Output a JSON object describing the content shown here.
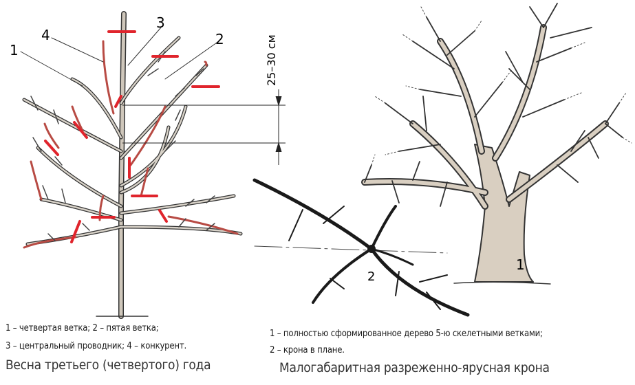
{
  "left_figure": {
    "labels": {
      "one": "1",
      "two": "2",
      "three": "3",
      "four": "4"
    },
    "dimension": "25–30 см",
    "legend_line1": "1 – четвертая ветка; 2 – пятая ветка;",
    "legend_line2": "3 – центральный проводник; 4 – конкурент.",
    "caption": "Весна третьего (четвертого) года"
  },
  "right_figure": {
    "labels": {
      "tree": "1",
      "plan": "2"
    },
    "legend_line1": "1 – полностью сформированное дерево 5-ю скелетными ветками;",
    "legend_line2": "2 – крона в плане.",
    "caption": "Малогабаритная разреженно-ярусная крона"
  },
  "colors": {
    "cut_mark": "#e0242c",
    "branch_outline": "#3a3a3a",
    "highlight_branch": "#c9574d",
    "trunk_fill": "#d9cfc1"
  }
}
